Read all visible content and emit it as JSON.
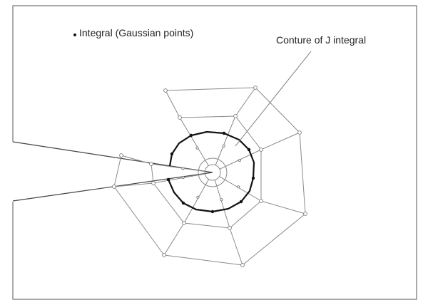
{
  "legend": {
    "marker_icon": "filled-dot",
    "label": "Integral (Gaussian points)"
  },
  "annotation": {
    "label": "Conture of J integral"
  },
  "colors": {
    "mesh": "#8a8a8a",
    "contour": "#111111",
    "frame": "#555555"
  }
}
